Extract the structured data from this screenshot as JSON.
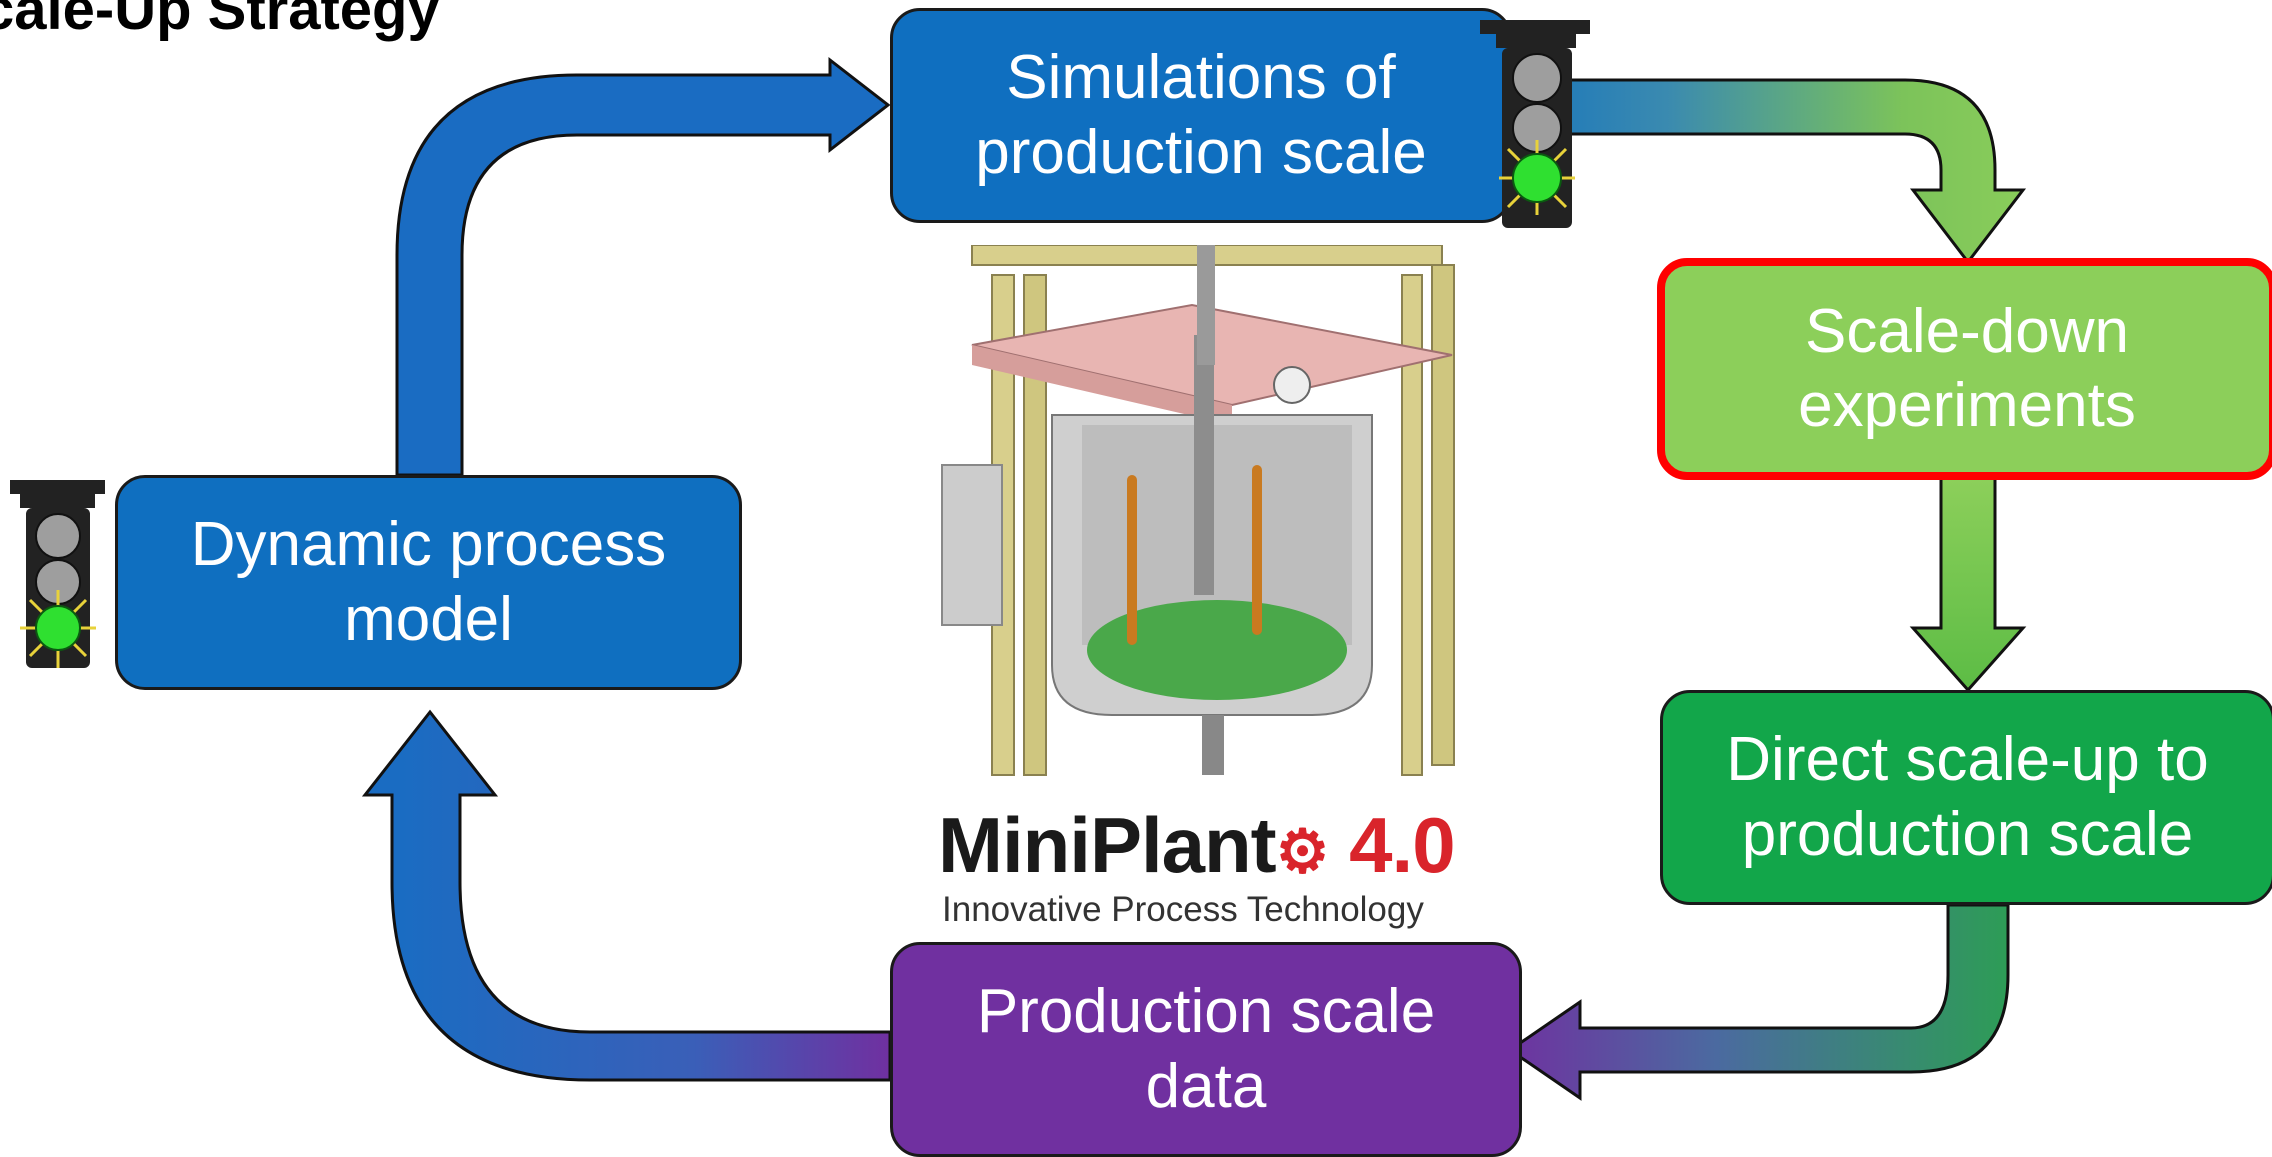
{
  "title": "cale-Up Strategy",
  "boxes": {
    "simulations": "Simulations of production scale",
    "scale_down": "Scale-down experiments",
    "direct_scale_up": "Direct scale-up to production scale",
    "production_data": "Production scale data",
    "dynamic_model": "Dynamic process model"
  },
  "logo": {
    "name": "MiniPlant",
    "version": "4.0",
    "tagline": "Innovative Process Technology"
  },
  "traffic_lights": [
    {
      "location": "simulations",
      "active": "green"
    },
    {
      "location": "dynamic-model",
      "active": "green"
    }
  ],
  "colors": {
    "blue_box": "#0f6fc0",
    "light_green_box": "#8ccf5a",
    "green_box": "#12a64a",
    "purple_box": "#7030a0",
    "highlight_border": "#ff0000",
    "light_on": "#2fe030"
  }
}
